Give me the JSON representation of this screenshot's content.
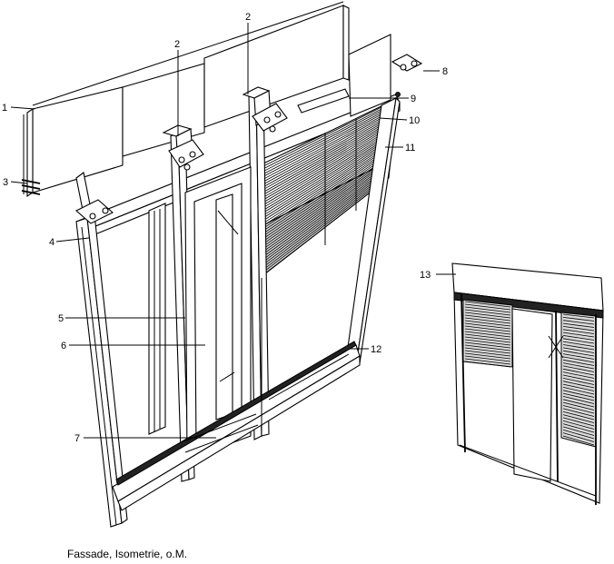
{
  "caption": "Fassade, Isometrie, o.M.",
  "callouts": [
    {
      "id": "c1",
      "text": "1"
    },
    {
      "id": "c2a",
      "text": "2"
    },
    {
      "id": "c2b",
      "text": "2"
    },
    {
      "id": "c3",
      "text": "3"
    },
    {
      "id": "c4",
      "text": "4"
    },
    {
      "id": "c5",
      "text": "5"
    },
    {
      "id": "c6",
      "text": "6"
    },
    {
      "id": "c7",
      "text": "7"
    },
    {
      "id": "c8",
      "text": "8"
    },
    {
      "id": "c9",
      "text": "9"
    },
    {
      "id": "c10",
      "text": "10"
    },
    {
      "id": "c11",
      "text": "11"
    },
    {
      "id": "c12",
      "text": "12"
    },
    {
      "id": "c13",
      "text": "13"
    }
  ]
}
